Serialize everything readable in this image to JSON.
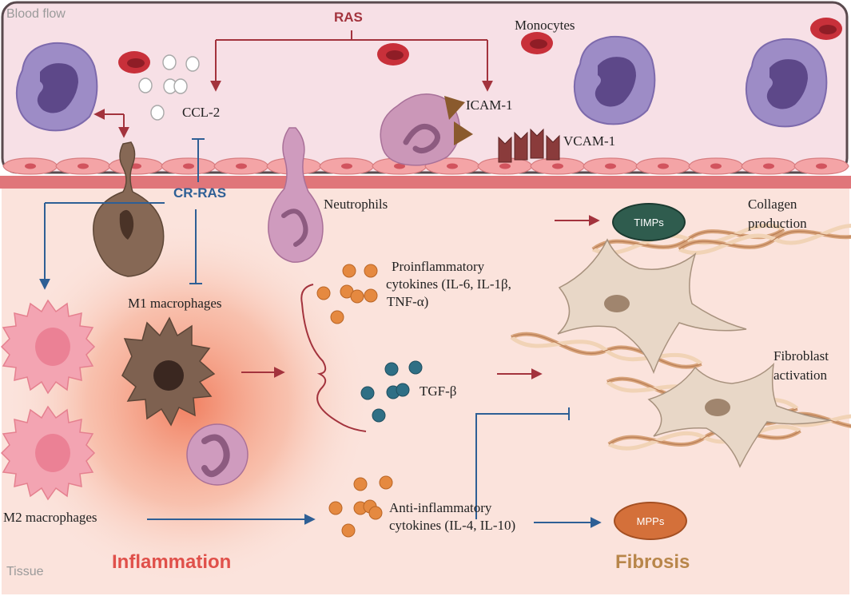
{
  "regions": {
    "blood_flow": "Blood flow",
    "tissue": "Tissue"
  },
  "pathways": {
    "ras": "RAS",
    "cr_ras": "CR-RAS"
  },
  "cells": {
    "monocytes": "Monocytes",
    "neutrophils": "Neutrophils",
    "m1_macrophages": "M1 macrophages",
    "m2_macrophages": "M2 macrophages"
  },
  "molecules": {
    "ccl2": "CCL-2",
    "icam1": "ICAM-1",
    "vcam1": "VCAM-1",
    "tgf_beta": "TGF-β",
    "timps": "TIMPs",
    "mpps": "MPPs"
  },
  "cytokines": {
    "proinflammatory": [
      "Proinflammatory",
      "cytokines  (IL-6, IL-1β,",
      "TNF-α)"
    ],
    "antiinflammatory": [
      "Anti-inflammatory",
      "cytokines (IL-4, IL-10)"
    ]
  },
  "outcomes": {
    "collagen": [
      "Collagen",
      "production"
    ],
    "fibroblast": [
      "Fibroblast",
      "activation"
    ],
    "inflammation": "Inflammation",
    "fibrosis": "Fibrosis"
  },
  "colors": {
    "ras_red": "#a3333d",
    "cr_ras_blue": "#2e5f95",
    "inflammation": "#e0504a",
    "fibrosis": "#b8864a",
    "timps_fill": "#2f5c4e",
    "mpps_fill": "#d4703a"
  }
}
